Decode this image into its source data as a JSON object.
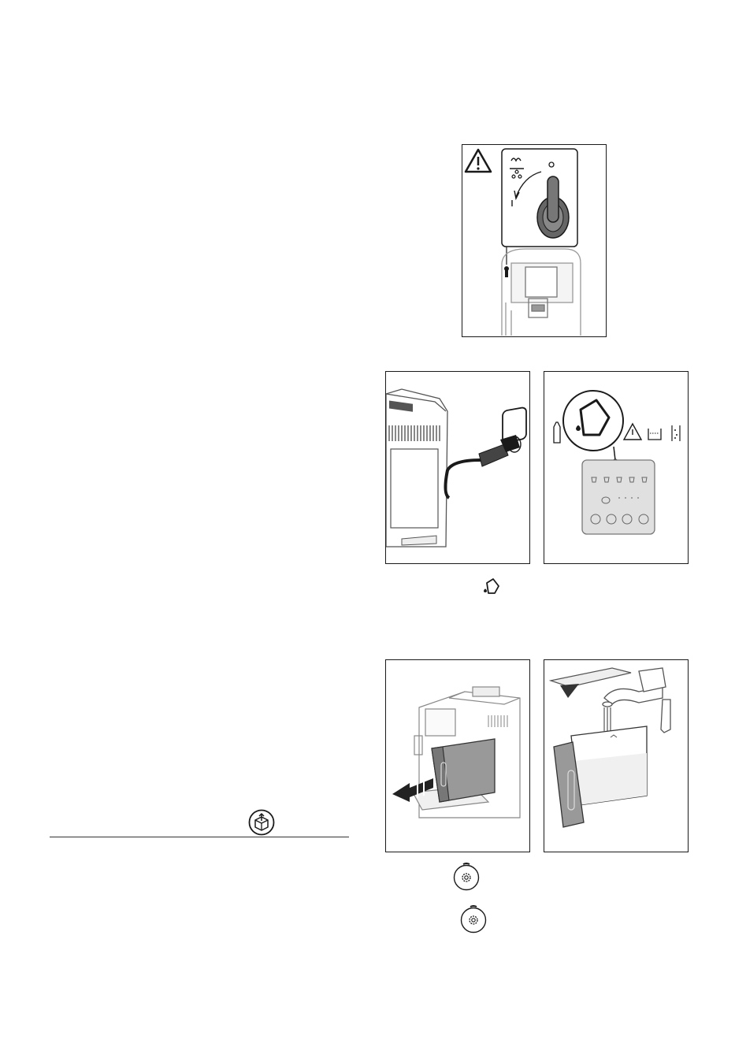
{
  "page": {
    "background": "#ffffff",
    "ink": "#1a1a1a",
    "accent_gray": "#555555"
  },
  "figures": [
    {
      "name": "steam-knob-figure",
      "icons": [
        "warning-icon",
        "steam-drops-icon",
        "steam-knob",
        "machine-front"
      ]
    },
    {
      "name": "plug-in-figure",
      "icons": [
        "machine-side",
        "power-plug",
        "wall-socket"
      ]
    },
    {
      "name": "control-panel-figure",
      "icons": [
        "water-tank-alert-icon",
        "milk-icon",
        "warning-icon",
        "descale-icon",
        "filter-icon",
        "control-panel"
      ]
    },
    {
      "name": "remove-tank-figure",
      "icons": [
        "machine",
        "water-tank",
        "arrow-icon"
      ]
    },
    {
      "name": "fill-tank-figure",
      "icons": [
        "faucet",
        "water-tank",
        "tank-lid"
      ]
    }
  ],
  "inline_icons": [
    "fill-water-icon",
    "box-upload-icon",
    "settings-gear-icon",
    "settings-gear-icon"
  ]
}
